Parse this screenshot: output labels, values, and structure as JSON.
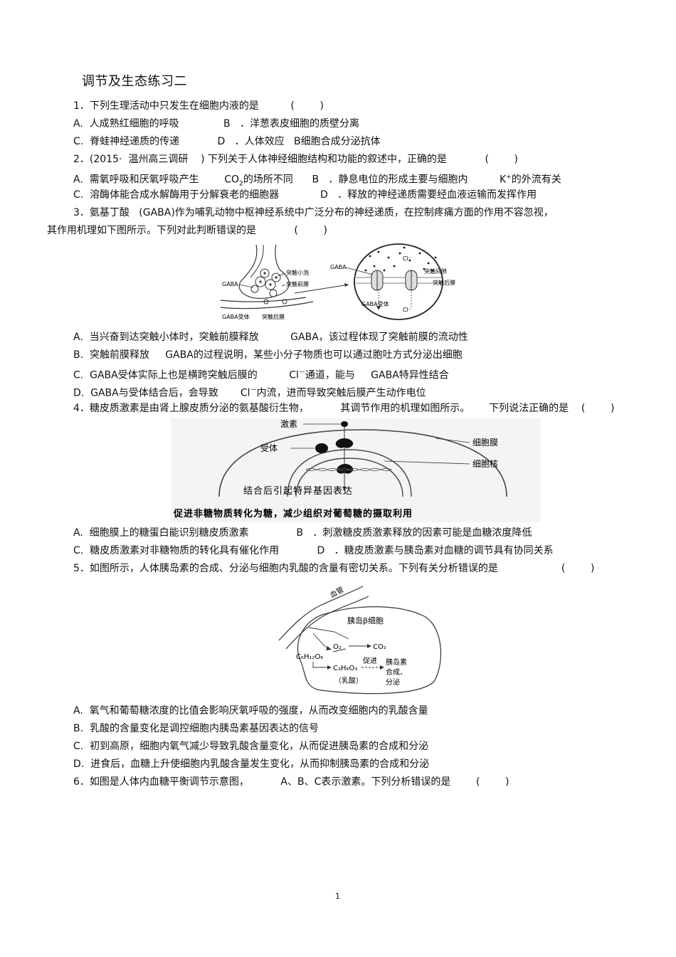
{
  "title": "调节及生态练习二",
  "q1": {
    "stem": "1．下列生理活动中只发生在细胞内液的是          (        )",
    "ab": "A.  人成熟红细胞的呼吸              B   ．洋葱表皮细胞的质壁分离",
    "cd": "C.  脊蛙神经递质的传递            D   ．人体效应   B细胞合成分泌抗体"
  },
  "q2": {
    "stem": "2．(2015·  温州高三调研    ) 下列关于人体神经细胞结构和功能的叙述中，正确的是            (        )",
    "ab_pre": "A.  需氧呼吸和厌氧呼吸产生        CO",
    "ab_sub": "2",
    "ab_mid": "的场所不同      B   ．静息电位的形成主要与细胞内          K",
    "ab_sup": "+",
    "ab_post": "的外流有关",
    "cd": "C.  溶酶体能合成水解酶用于分解衰老的细胞器             D   ．释放的神经递质需要经血液运输而发挥作用"
  },
  "q3": {
    "stem1": "3．氨基丁酸   (GABA)作为哺乳动物中枢神经系统中广泛分布的神经递质，在控制疼痛方面的作用不容忽视，",
    "stem2": "其作用机理如下图所示。下列对此判断错误的是            (        )",
    "a": "A.  当兴奋到达突触小体时，突触前膜释放          GABA，该过程体现了突触前膜的流动性",
    "b": "B.  突触前膜释放     GABA的过程说明，某些小分子物质也可以通过胞吐方式分泌出细胞",
    "c_pre": "C.  GABA受体实际上也是横跨突触后膜的          Cl",
    "c_sup": "－",
    "c_post": "通道，能与     GABA特异性结合",
    "d_pre": "D.  GABA与受体结合后，会导致       Cl",
    "d_sup": "－",
    "d_post": "内流，进而导致突触后膜产生动作电位",
    "fig": {
      "gaba": "GABA",
      "vesicle": "突触小泡",
      "pre_membrane": "突触前膜",
      "receptor": "GABA受体",
      "post_membrane": "突触后膜",
      "cl": "Cl⁻",
      "gap": "突触间隙",
      "gaba_receptor_zoom": "GABA受体",
      "post_membrane_zoom": "突触后膜"
    }
  },
  "q4": {
    "stem": "4．糖皮质激素是由肾上腺皮质分泌的氨基酸衍生物，          其调节作用的机理如图所示。      下列说法正确的是    (        )",
    "ab": "A.  细胞膜上的糖蛋白能识别糖皮质激素               B   ．刺激糖皮质激素释放的因素可能是血糖浓度降低",
    "cd": "C.  糖皮质激素对非糖物质的转化具有催化作用            D   ．糖皮质激素与胰岛素对血糖的调节具有协同关系",
    "fig": {
      "hormone": "激素",
      "receptor": "受体",
      "cell_membrane": "细胞膜",
      "nucleus": "细胞核",
      "caption1": "结合后引起特异基因表达",
      "caption2": "促进非糖物质转化为糖，减少组织对葡萄糖的摄取利用"
    }
  },
  "q5": {
    "stem": "5．如图所示，人体胰岛素的合成、分泌与细胞内乳酸的含量有密切关系。下列有关分析错误的是                    (        )",
    "a": "A.  氧气和葡萄糖浓度的比值会影响厌氧呼吸的强度，从而改变细胞内的乳酸含量",
    "b": "B.  乳酸的含量变化是调控细胞内胰岛素基因表达的信号",
    "c": "C.  初到高原，细胞内氧气减少导致乳酸含量变化，从而促进胰岛素的合成和分泌",
    "d": "D.  进食后，血糖上升使细胞内乳酸含量发生变化，从而抑制胰岛素的合成和分泌",
    "fig": {
      "vessel": "血管",
      "cell": "胰岛β细胞",
      "o2": "O₂",
      "co2": "CO₂",
      "glucose": "C₆H₁₂O₆",
      "lactate": "C₃H₆O₃",
      "lactate_name": "（乳酸）",
      "promote": "促进",
      "insulin1": "胰岛素",
      "insulin2": "合成、",
      "insulin3": "分泌"
    }
  },
  "q6": {
    "stem": "6．如图是人体内血糖平衡调节示意图，          A、B、C表示激素。下列分析错误的是        (        )"
  },
  "page_number": "1"
}
